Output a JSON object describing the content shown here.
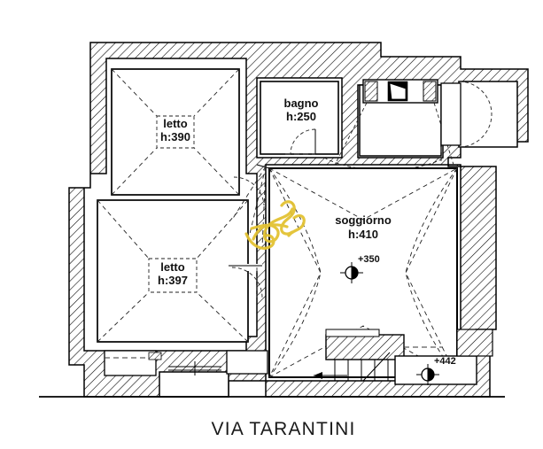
{
  "document": {
    "type": "architectural-floor-plan",
    "street_label": "VIA TARANTINI",
    "background_color": "#ffffff",
    "line_color": "#000000",
    "annotation_color": "#e3c233"
  },
  "rooms": [
    {
      "id": "letto-390",
      "name": "letto",
      "height_label": "h:390",
      "ceiling": "vaulted",
      "position": "upper-left"
    },
    {
      "id": "bagno-250",
      "name": "bagno",
      "height_label": "h:250",
      "ceiling": "flat",
      "position": "upper-center"
    },
    {
      "id": "soggiorno-410",
      "name": "soggiorno",
      "height_label": "h:410",
      "ceiling": "star-vault",
      "position": "center-right"
    },
    {
      "id": "letto-397",
      "name": "letto",
      "height_label": "h:397",
      "ceiling": "vaulted",
      "position": "lower-left"
    }
  ],
  "level_markers": [
    {
      "id": "marker-350",
      "label": "+350",
      "room": "soggiorno-410"
    },
    {
      "id": "marker-442",
      "label": "+442",
      "room": "entrance-corridor"
    }
  ],
  "annotations": {
    "signature_present": true,
    "signature_color": "#e3c233"
  },
  "features": {
    "staircase": "stair-run-with-direction-arrow",
    "entrance_threshold": "street-entrance-block",
    "niche": "right-side-alcove",
    "window_recess": "top-right-window-with-pilasters"
  }
}
